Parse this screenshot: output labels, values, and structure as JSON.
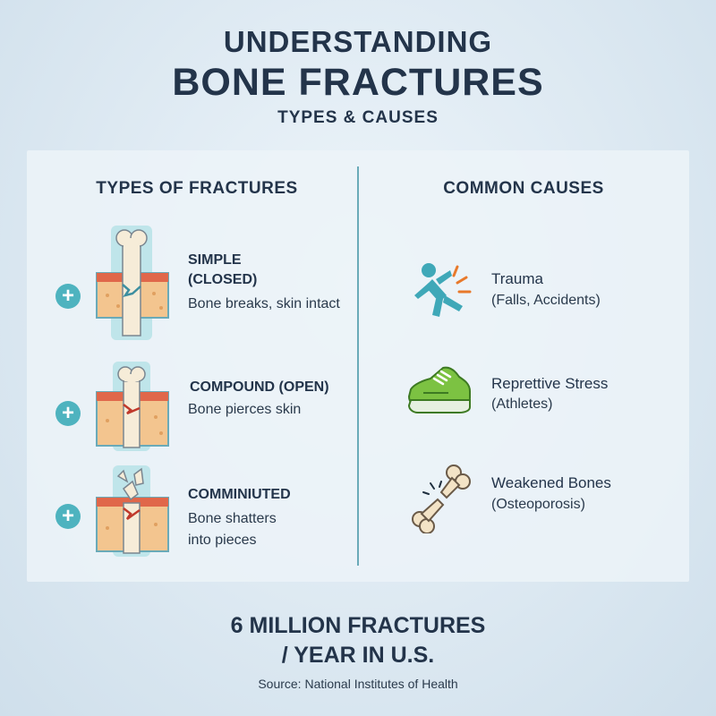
{
  "header": {
    "title_line1": "UNDERSTANDING",
    "title_line2": "BONE FRACTURES",
    "subtitle": "TYPES & CAUSES"
  },
  "types_section": {
    "heading": "TYPES OF FRACTURES",
    "items": [
      {
        "name_line1": "SIMPLE",
        "name_line2": "(CLOSED)",
        "description": "Bone breaks, skin intact",
        "icon": "simple-fracture-icon"
      },
      {
        "name_line1": "COMPOUND (OPEN)",
        "description": "Bone pierces skin",
        "icon": "compound-fracture-icon"
      },
      {
        "name_line1": "COMMINIUTED",
        "desc_line1": "Bone shatters",
        "desc_line2": "into pieces",
        "icon": "comminuted-fracture-icon"
      }
    ]
  },
  "causes_section": {
    "heading": "COMMON CAUSES",
    "items": [
      {
        "name": "Trauma",
        "description": "(Falls, Accidents)",
        "icon": "falling-person-icon"
      },
      {
        "name": "Reprettive Stress",
        "description": "(Athletes)",
        "icon": "running-shoe-icon"
      },
      {
        "name": "Weakened Bones",
        "description": "(Osteoporosis)",
        "icon": "broken-bone-icon"
      }
    ]
  },
  "footer": {
    "stat_line1": "6 MILLION FRACTURES",
    "stat_line2": "/ YEAR IN U.S.",
    "source": "Source: National Institutes of Health"
  },
  "colors": {
    "teal": "#4eb3bf",
    "bone": "#f6ecd8",
    "skin": "#f3c58f",
    "skin_top": "#e0674a",
    "heading": "#23344a"
  }
}
